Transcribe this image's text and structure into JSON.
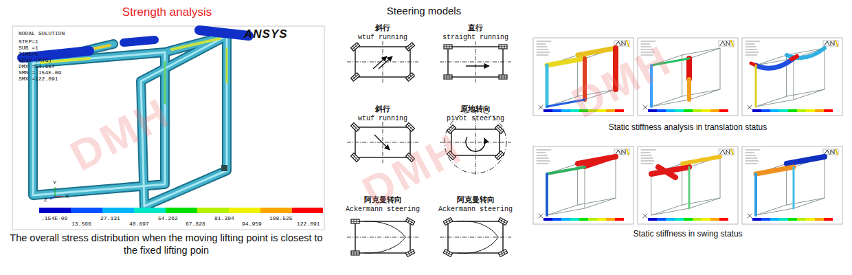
{
  "diagram": {
    "nodes": [
      {
        "text": [
          "斜行",
          "wtuf running"
        ]
      },
      {
        "text": [
          "直行",
          "straight running"
        ]
      },
      {
        "text": [
          "斜行",
          "wtuf running"
        ]
      },
      {
        "text": [
          "原地转向",
          "pivot steering"
        ]
      },
      {
        "text": [
          "阿克曼转向",
          "Ackermann steering"
        ]
      },
      {
        "text": [
          "阿克曼转向",
          "Ackermann steering"
        ]
      }
    ],
    "labels": [
      "DMH",
      "DMH",
      "DMH",
      "Strength analysis",
      "NODAL SOLUTION",
      "STEP=1",
      "SUB =1",
      "TIME=1",
      "SEQV (AVG)",
      "DMX =54.117",
      "SMN =.154E-09",
      "SMX =122.091",
      "ANSYS",
      ".154E-09",
      "13.566",
      "27.131",
      "40.697",
      "54.262",
      "67.828",
      "81.394",
      "94.959",
      "108.525",
      "122.091",
      "Y",
      "Z",
      "X",
      "The overall stress distribution when the moving lifting point is closest to the fixed lifting poin",
      "Steering models",
      "Static stiffness analysis in translation status",
      "Static stiffness in swing status"
    ]
  }
}
